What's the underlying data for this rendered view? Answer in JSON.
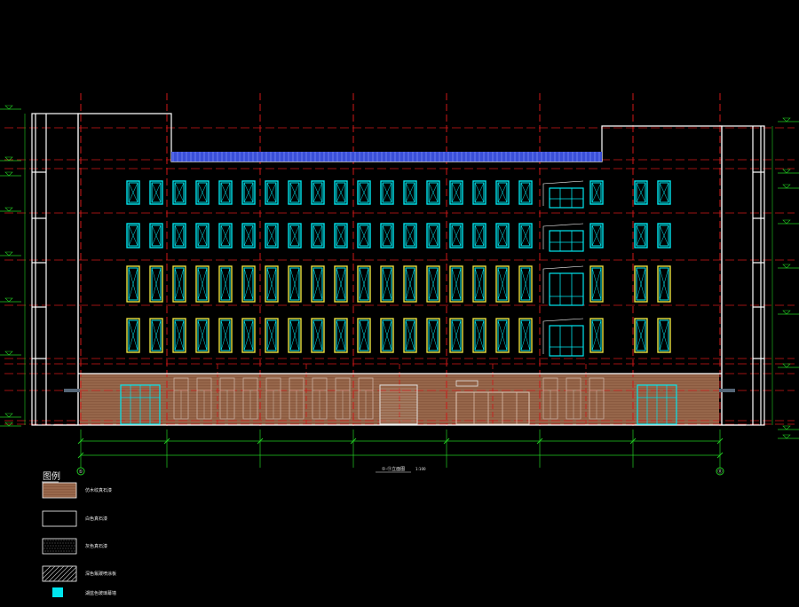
{
  "drawing": {
    "elevation_title": "①-⑪立面图",
    "scale": "1:100",
    "grid_bubbles": {
      "left": "①",
      "right": "⑪"
    },
    "legend_title": "图例",
    "legend_items": [
      {
        "label": "仿木纹真石漆",
        "swatch": "wood"
      },
      {
        "label": "白色真石漆",
        "swatch": "white"
      },
      {
        "label": "灰色真石漆",
        "swatch": "dots"
      },
      {
        "label": "深色氟碳喷涂板",
        "swatch": "hatch"
      },
      {
        "label": "湖蓝色玻璃幕墙",
        "swatch": "cyan"
      }
    ],
    "colors": {
      "background": "#000000",
      "grid": "#d01818",
      "wall": "#ffffff",
      "window": "#00e5ee",
      "window_frame": "#e8e040",
      "wood": "#8a5a40",
      "roof_band": "#3a4fd8",
      "dimension": "#22cc22"
    }
  }
}
